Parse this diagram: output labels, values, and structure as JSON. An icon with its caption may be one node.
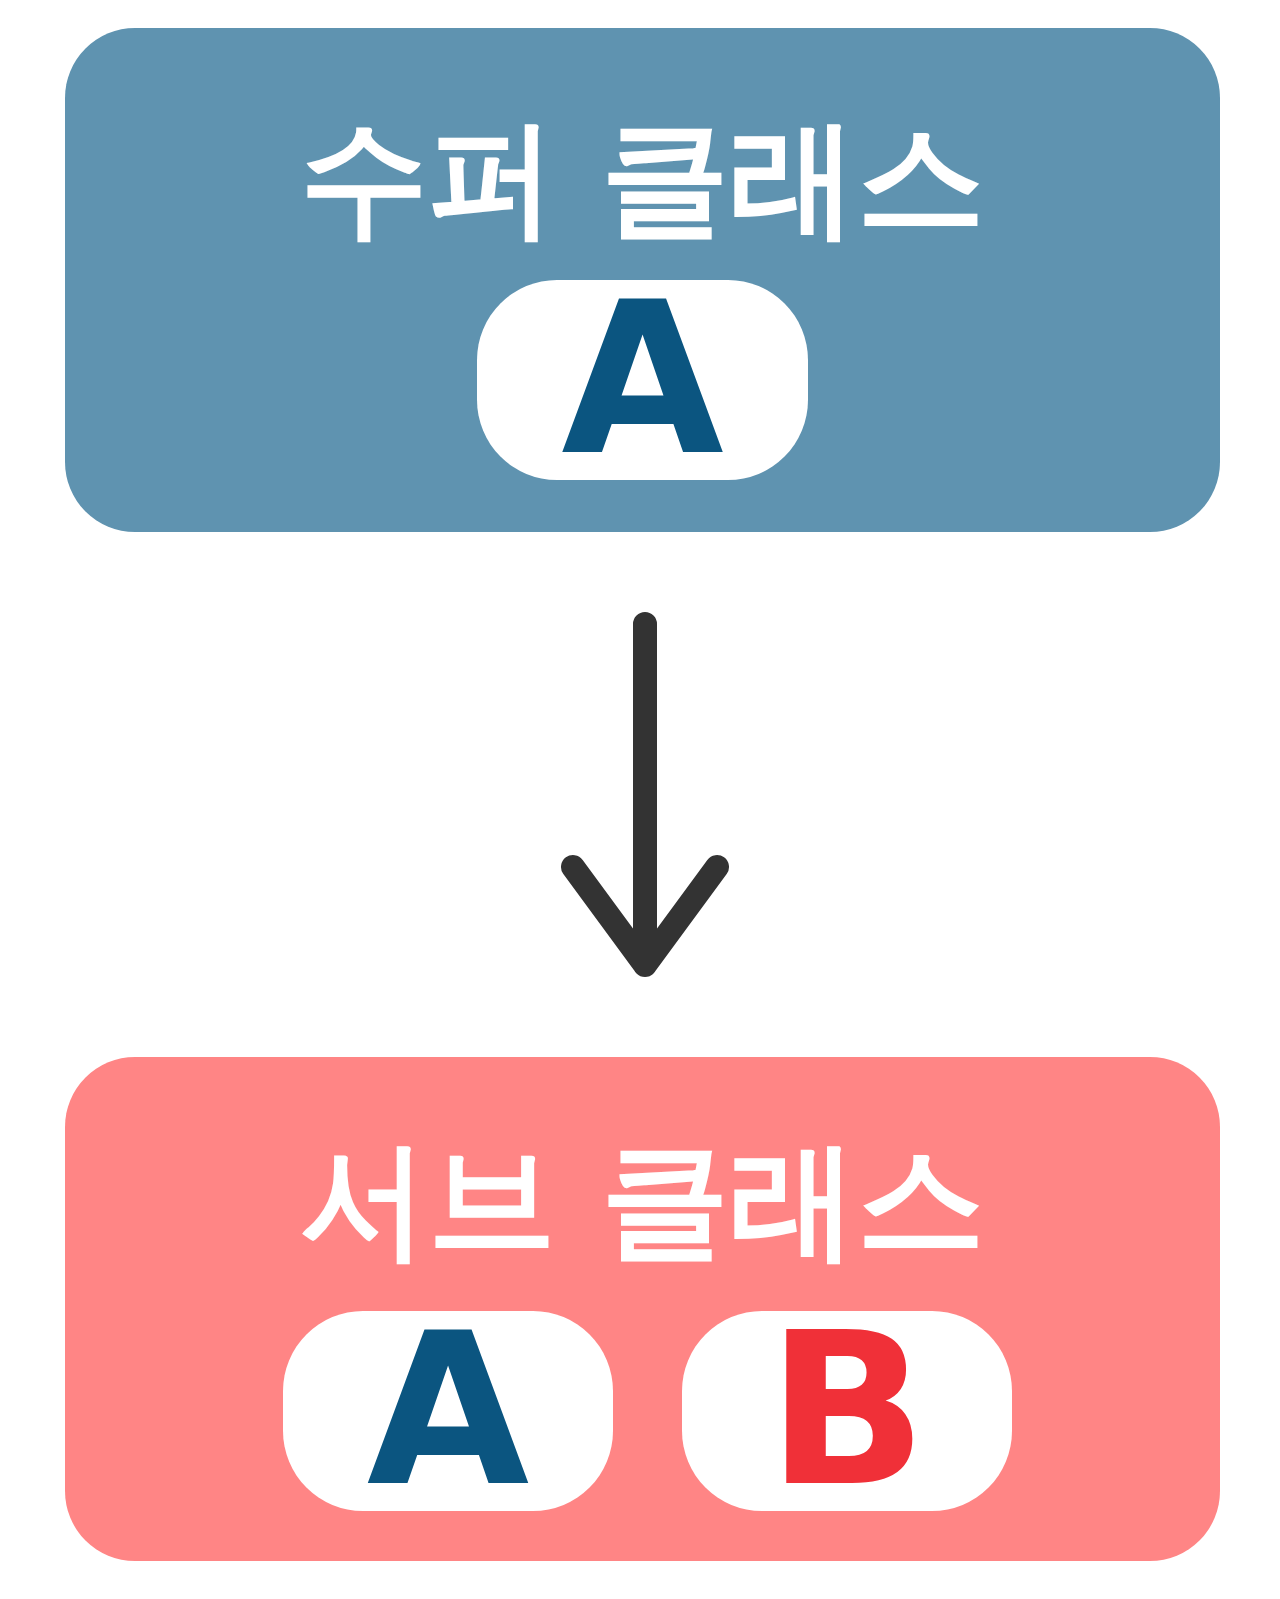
{
  "diagram": {
    "nodes": [
      {
        "text": [
          "수퍼 클래스"
        ]
      },
      {
        "text": [
          "A"
        ],
        "in": 0
      },
      {
        "text": [
          "서브 클래스"
        ]
      },
      {
        "text": [
          "A"
        ],
        "in": 2
      },
      {
        "text": [
          "B"
        ],
        "in": 2
      }
    ],
    "edges": [
      {
        "from": 0,
        "to": 2,
        "arrow": "to"
      }
    ]
  }
}
